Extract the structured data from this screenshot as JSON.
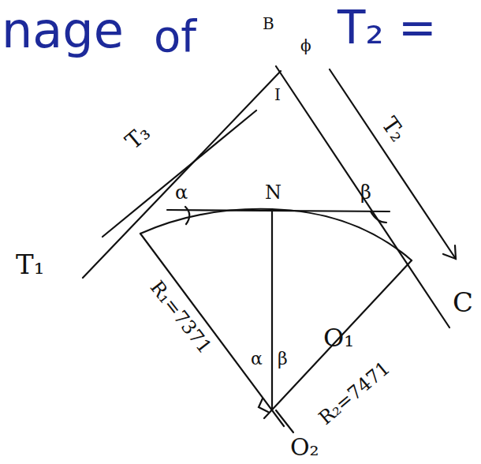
{
  "diagram": {
    "labels": [
      "nage",
      "of",
      "T₂ =",
      "B",
      "ϕ",
      "I",
      "T₃",
      "T₂",
      "α",
      "N",
      "β",
      "T₁",
      "R₁=7371",
      "α",
      "β",
      "O₁",
      "R₂=7471",
      "C",
      "O₂"
    ]
  }
}
